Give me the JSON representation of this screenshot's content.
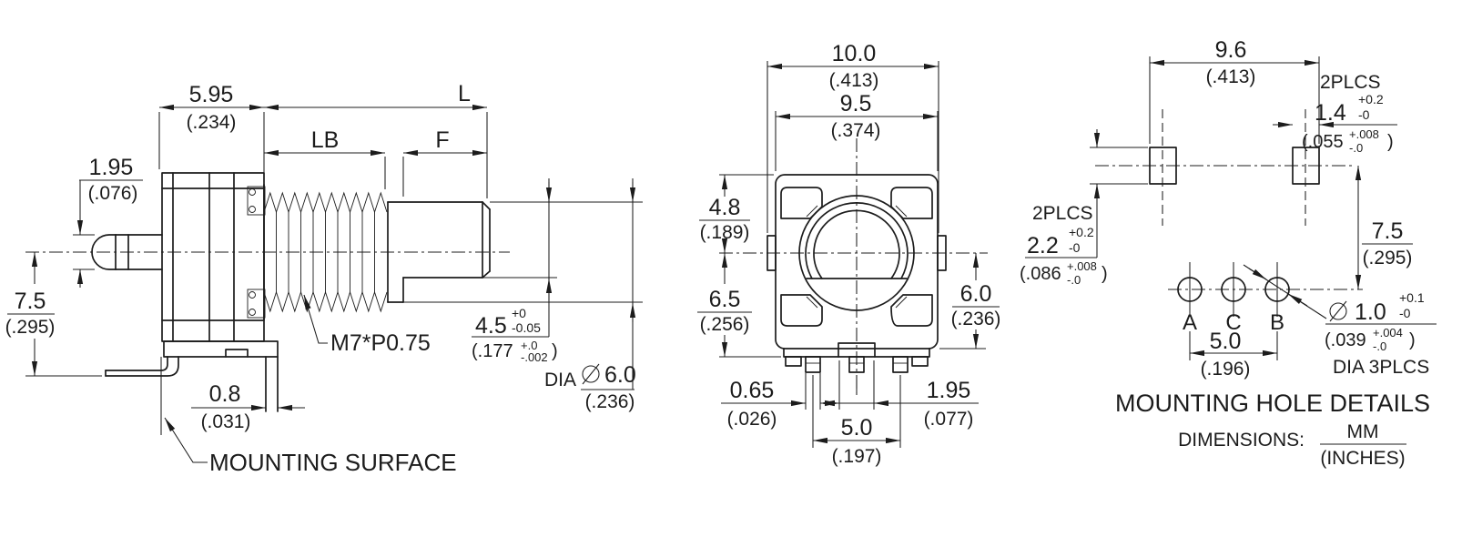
{
  "side_view": {
    "body_depth": {
      "mm": "5.95",
      "in": "(.234)"
    },
    "shaft_length_label": "L",
    "thread_length_label": "LB",
    "flat_length_label": "F",
    "pin_dia": {
      "mm": "1.95",
      "in": "(.076)"
    },
    "center_height": {
      "mm": "7.5",
      "in": "(.295)"
    },
    "leg_offset": {
      "mm": "0.8",
      "in": "(.031)"
    },
    "thread_callout": "M7*P0.75",
    "flat_dim": {
      "mm": "4.5",
      "tol_plus": "+0",
      "tol_minus": "-0.05",
      "in": "(.177",
      "in_tol_plus": "+.0",
      "in_tol_minus": "-.002",
      "in_close": ")"
    },
    "shaft_dia": {
      "prefix": "DIA",
      "mm": "6.0",
      "in": "(.236)"
    },
    "mounting_surface": "MOUNTING SURFACE"
  },
  "front_view": {
    "overall_width": {
      "mm": "10.0",
      "in": "(.413)"
    },
    "body_width": {
      "mm": "9.5",
      "in": "(.374)"
    },
    "center_to_top": {
      "mm": "4.8",
      "in": "(.189)"
    },
    "center_to_bottom": {
      "mm": "6.5",
      "in": "(.256)"
    },
    "center_to_base": {
      "mm": "6.0",
      "in": "(.236)"
    },
    "terminal_width": {
      "mm": "0.65",
      "in": "(.026)"
    },
    "terminal_span": {
      "mm": "5.0",
      "in": "(.197)"
    },
    "boss_width": {
      "mm": "1.95",
      "in": "(.077)"
    }
  },
  "hole_view": {
    "slot_span": {
      "mm": "9.6",
      "in": "(.413)"
    },
    "slot_width_note": "2PLCS",
    "slot_width": {
      "mm": "1.4",
      "tol_plus": "+0.2",
      "tol_minus": "-0",
      "in": "(.055",
      "in_tol_plus": "+.008",
      "in_tol_minus": "-.0",
      "in_close": ")"
    },
    "slot_height_note": "2PLCS",
    "slot_height": {
      "mm": "2.2",
      "tol_plus": "+0.2",
      "tol_minus": "-0",
      "in": "(.086",
      "in_tol_plus": "+.008",
      "in_tol_minus": "-.0",
      "in_close": ")"
    },
    "slot_to_holes": {
      "mm": "7.5",
      "in": "(.295)"
    },
    "holes": {
      "a": "A",
      "c": "C",
      "b": "B"
    },
    "hole_span": {
      "mm": "5.0",
      "in": "(.196)"
    },
    "hole_dia": {
      "mm": "1.0",
      "tol_plus": "+0.1",
      "tol_minus": "-0",
      "in": "(.039",
      "in_tol_plus": "+.004",
      "in_tol_minus": "-.0",
      "in_close": ")"
    },
    "hole_dia_note": "DIA 3PLCS",
    "title": "MOUNTING HOLE DETAILS",
    "dimensions_label": "DIMENSIONS:",
    "units_mm": "MM",
    "units_inches": "(INCHES)"
  }
}
